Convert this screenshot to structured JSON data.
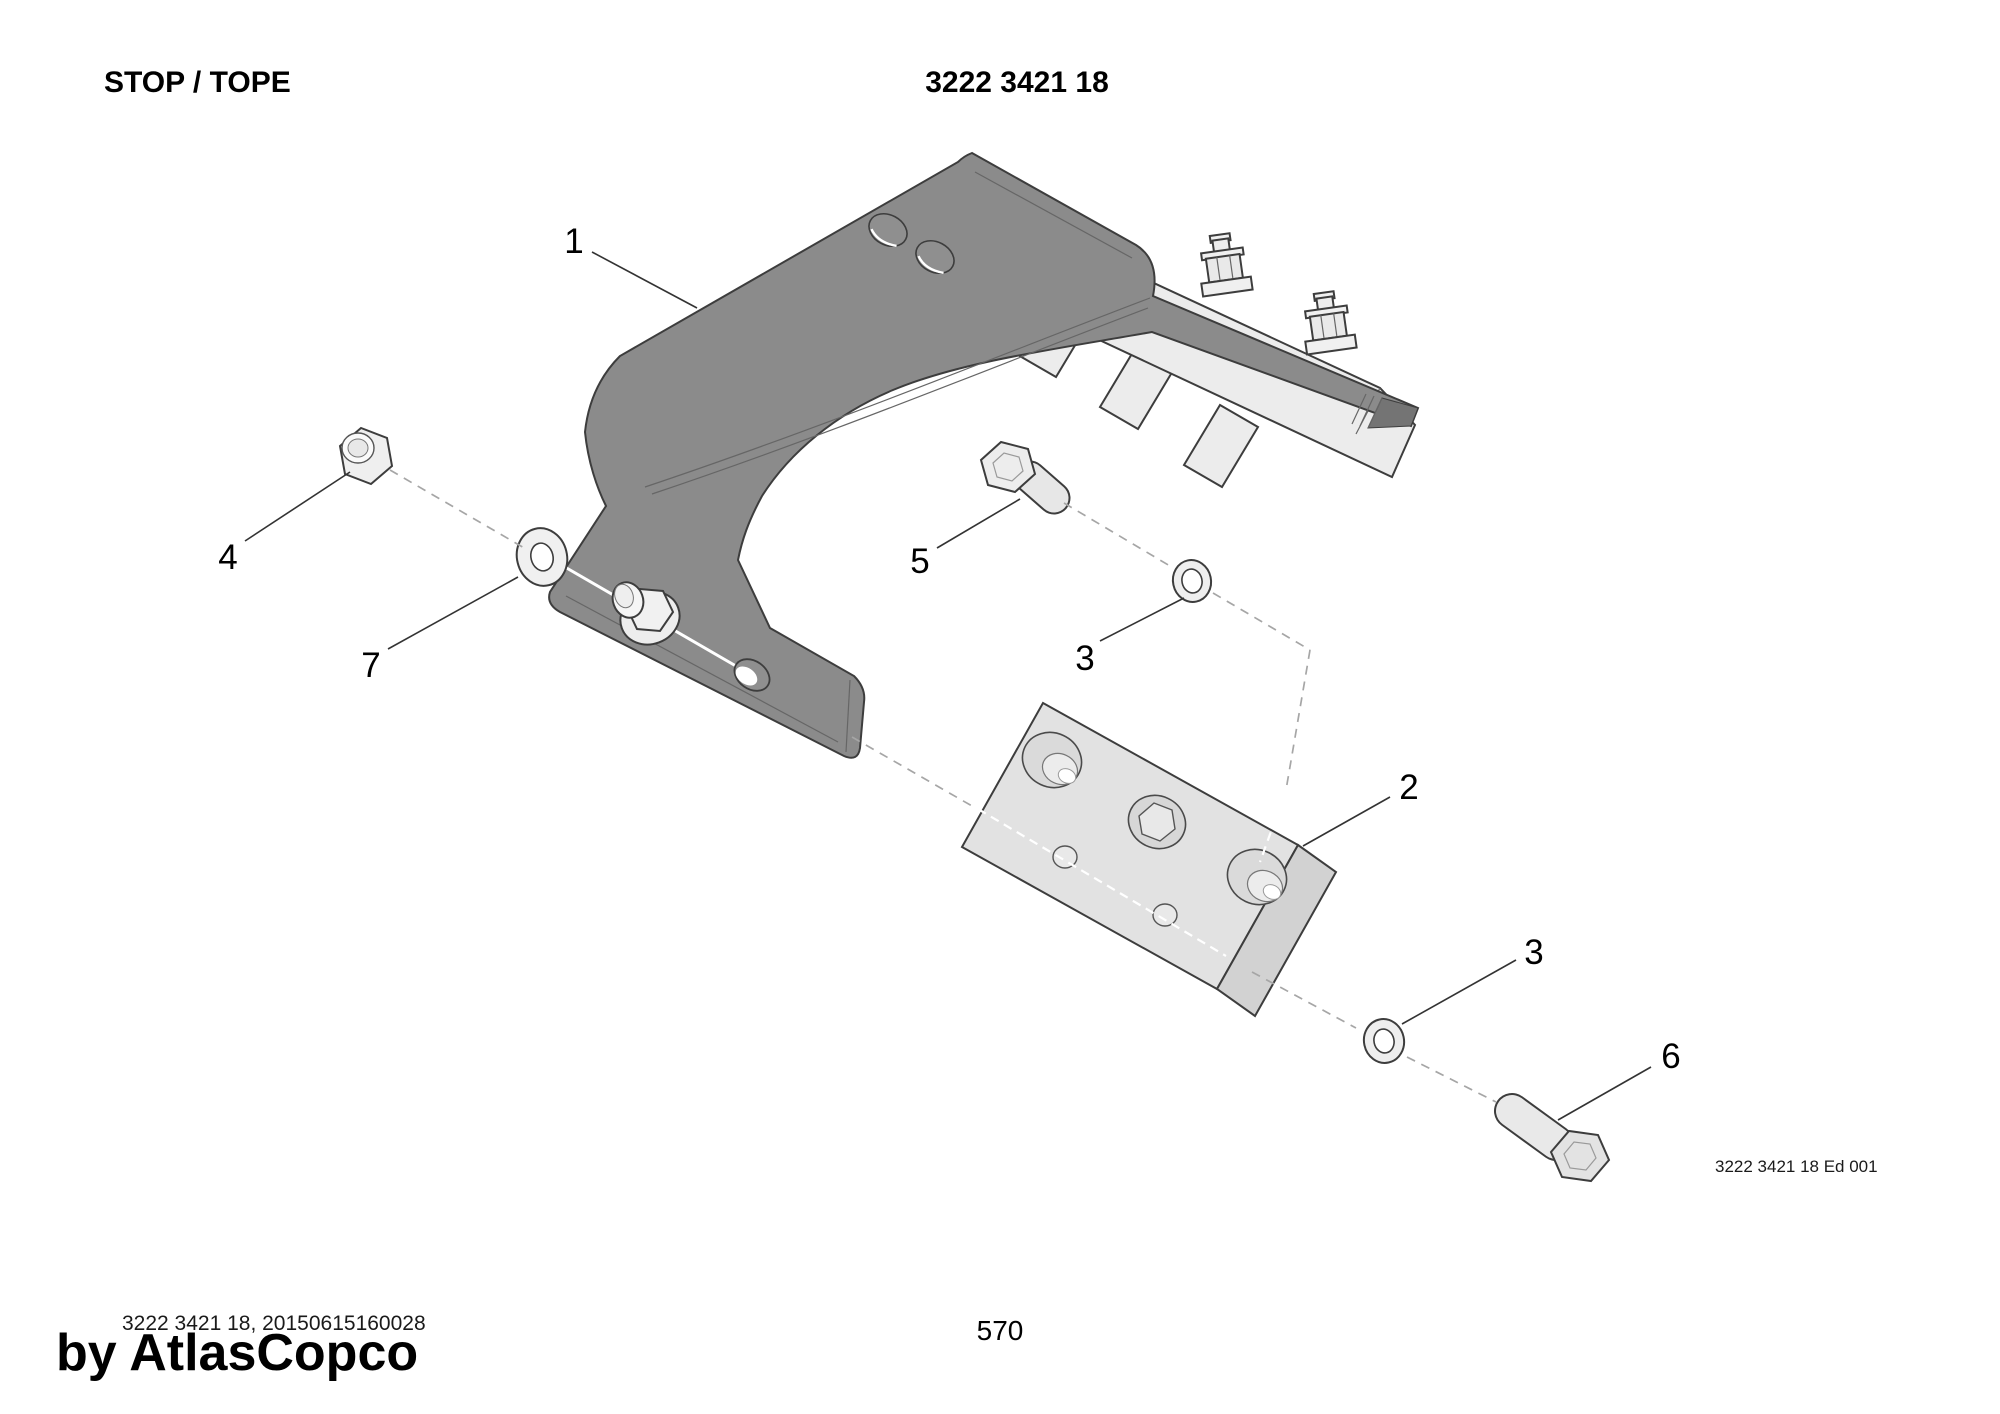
{
  "header": {
    "title": "STOP / TOPE",
    "document_number": "3222 3421 18"
  },
  "diagram": {
    "description": "Exploded spare-parts view of stop assembly",
    "callouts": [
      {
        "label": "1",
        "part": "mounting-bracket"
      },
      {
        "label": "2",
        "part": "stop-block"
      },
      {
        "label": "3",
        "part": "lock-washer-upper"
      },
      {
        "label": "3",
        "part": "lock-washer-lower"
      },
      {
        "label": "4",
        "part": "hex-lock-nut"
      },
      {
        "label": "5",
        "part": "hex-bolt-short"
      },
      {
        "label": "6",
        "part": "hex-bolt-long"
      },
      {
        "label": "7",
        "part": "flat-washer"
      }
    ]
  },
  "footer": {
    "file_reference": "3222 3421 18, 20150615160028",
    "watermark": "by AtlasCopco",
    "page_number": "570",
    "edition": "3222 3421 18 Ed 001"
  },
  "colors": {
    "bracket": "#8b8b8b",
    "bracket_dark": "#747474",
    "light_part": "#ececec",
    "block_face": "#e2e2e2",
    "block_side": "#d2d2d2",
    "outline": "#3d3d3d",
    "dash": "#a6a6a6"
  }
}
